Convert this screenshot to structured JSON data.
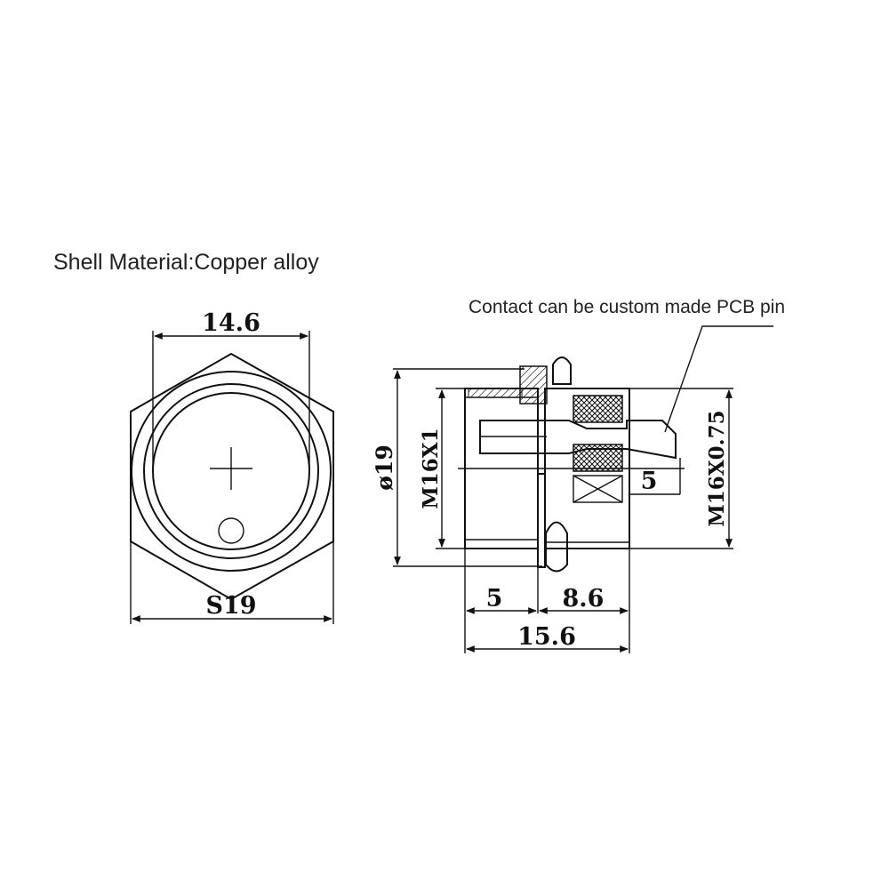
{
  "notes": {
    "shell_material": "Shell  Material:Copper alloy",
    "contact_note": "Contact can be custom made PCB pin"
  },
  "dimensions": {
    "front_width": "14.6",
    "hex_size": "S19",
    "diameter": "ø19",
    "thread_front": "M16X1",
    "thread_rear": "M16X0.75",
    "pin_offset": "5",
    "front_length": "5",
    "rear_length": "8.6",
    "total_length": "15.6"
  }
}
